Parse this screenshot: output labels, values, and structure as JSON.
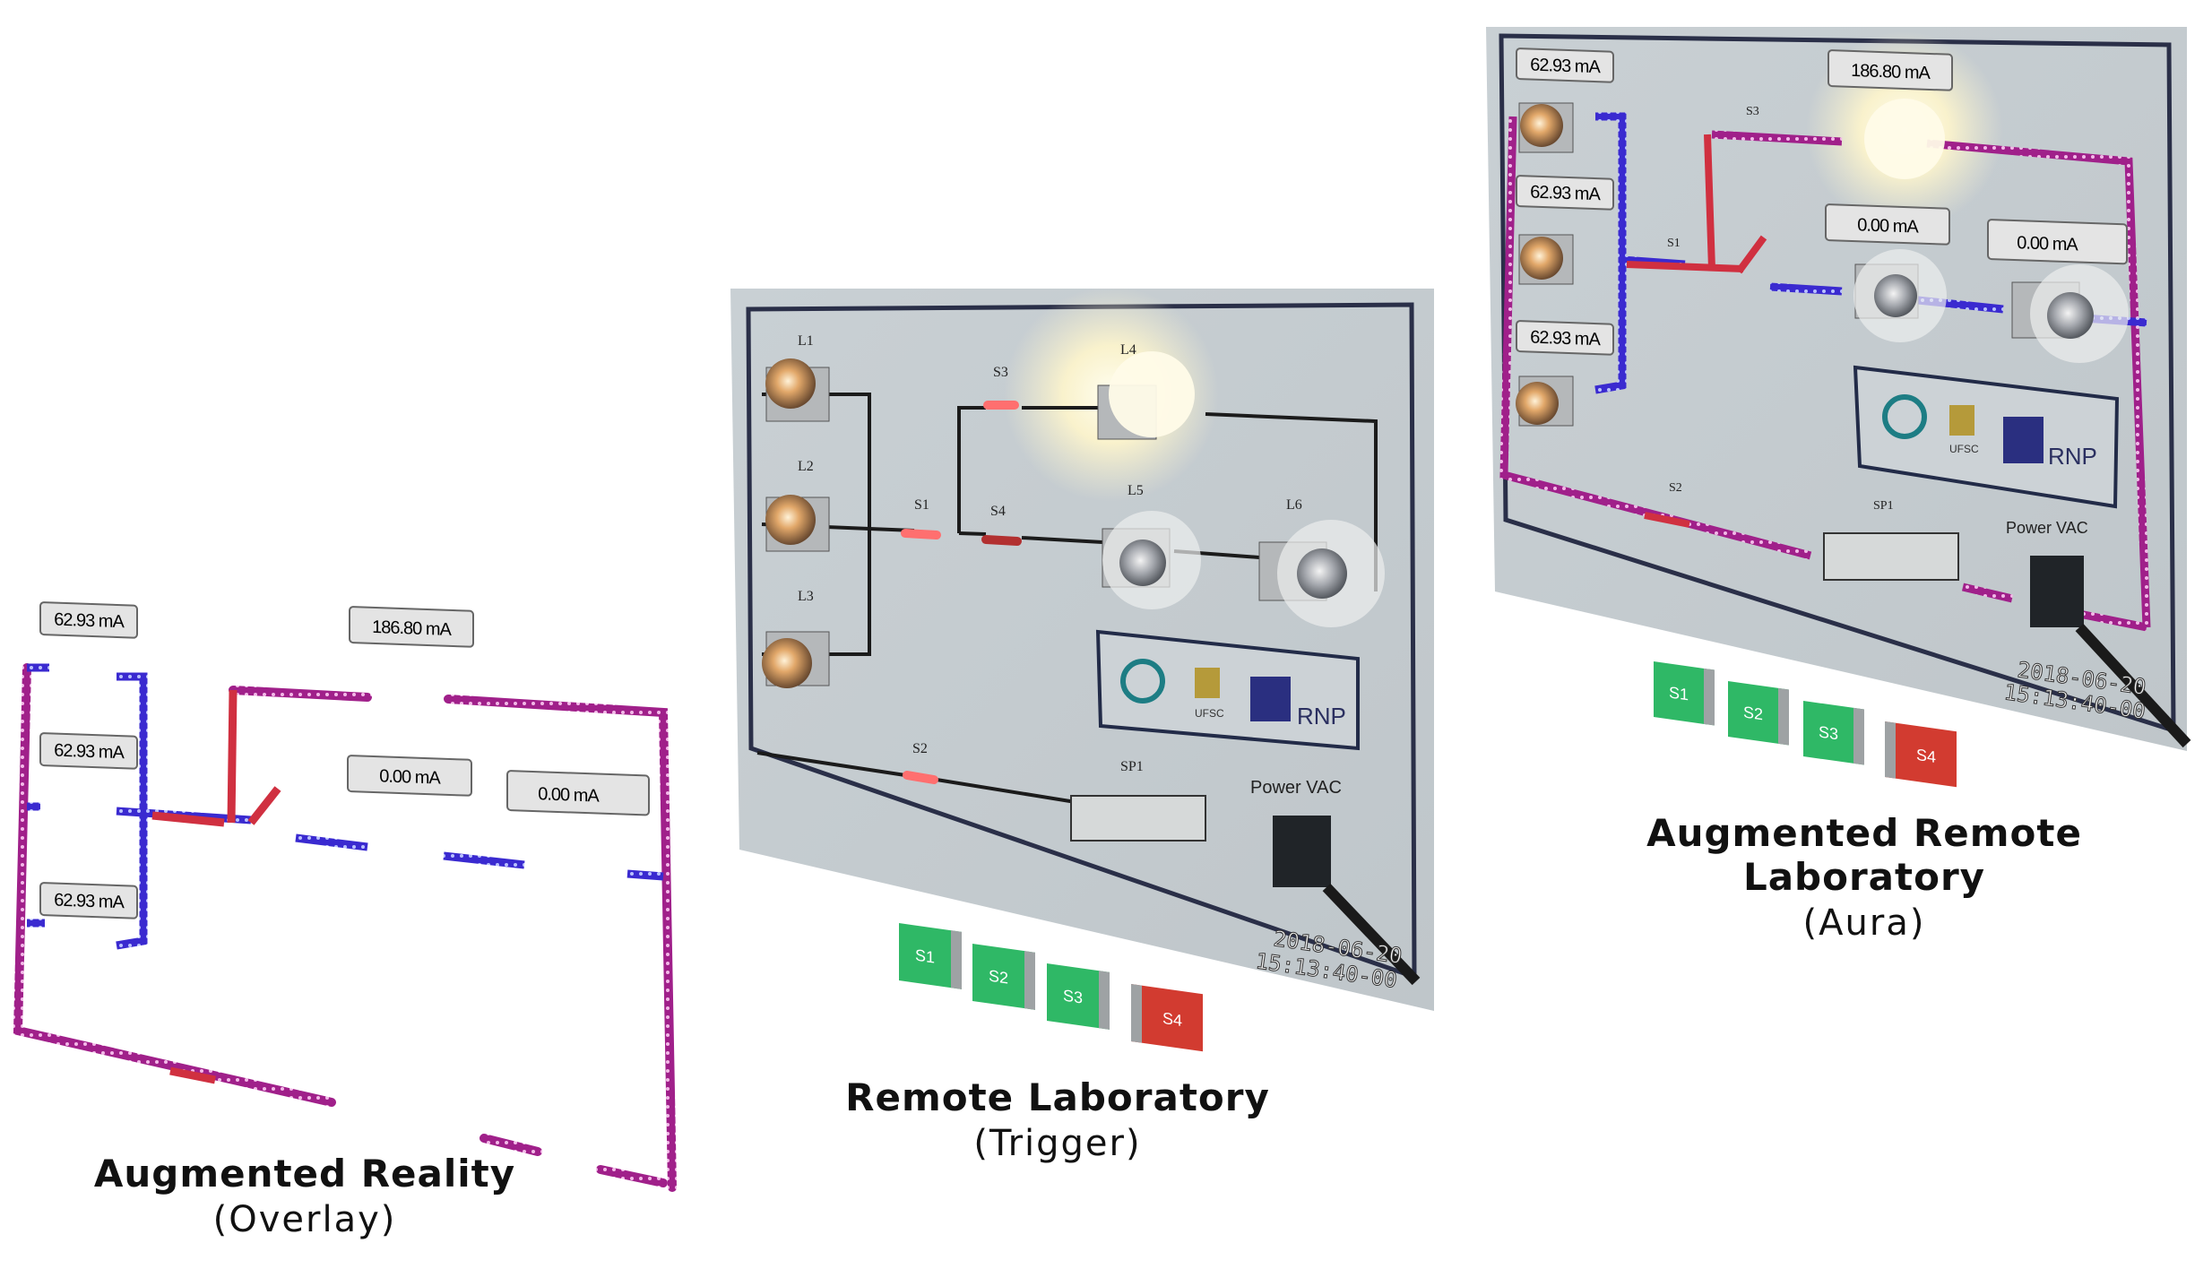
{
  "colors": {
    "wire_purple": "#a0208a",
    "wire_blue": "#3a2ad0",
    "wire_red": "#d03040",
    "panel_bg": "#d9dee0",
    "button_green": "#2fb866",
    "button_red": "#d23b30"
  },
  "overlay": {
    "title": "Augmented Reality",
    "subtitle": "(Overlay)",
    "readouts": [
      "62.93 mA",
      "62.93 mA",
      "62.93 mA",
      "186.80 mA",
      "0.00 mA",
      "0.00 mA"
    ]
  },
  "remote": {
    "title": "Remote Laboratory",
    "subtitle": "(Trigger)",
    "lamp_labels": [
      "L1",
      "L2",
      "L3",
      "L4",
      "L5",
      "L6"
    ],
    "switch_labels": [
      "S1",
      "S2",
      "S3",
      "S4"
    ],
    "sp_label": "SP1",
    "power_label": "Power VAC",
    "logo_text": "RNP",
    "logo_small": "UFSC",
    "timestamp_date": "2018-06-20",
    "timestamp_time": "15:13:40-00",
    "buttons": [
      {
        "label": "S1",
        "state": "on"
      },
      {
        "label": "S2",
        "state": "on"
      },
      {
        "label": "S3",
        "state": "on"
      },
      {
        "label": "S4",
        "state": "off"
      }
    ]
  },
  "aura": {
    "title": "Augmented Remote Laboratory",
    "subtitle": "(Aura)",
    "readouts": [
      "62.93 mA",
      "62.93 mA",
      "62.93 mA",
      "186.80 mA",
      "0.00 mA",
      "0.00 mA"
    ],
    "switch_labels": [
      "S1",
      "S2",
      "S3"
    ],
    "sp_label": "SP1",
    "power_label": "Power VAC",
    "logo_text": "RNP",
    "logo_small": "UFSC",
    "timestamp_date": "2018-06-20",
    "timestamp_time": "15:13:40-00",
    "buttons": [
      {
        "label": "S1",
        "state": "on"
      },
      {
        "label": "S2",
        "state": "on"
      },
      {
        "label": "S3",
        "state": "on"
      },
      {
        "label": "S4",
        "state": "off"
      }
    ]
  }
}
